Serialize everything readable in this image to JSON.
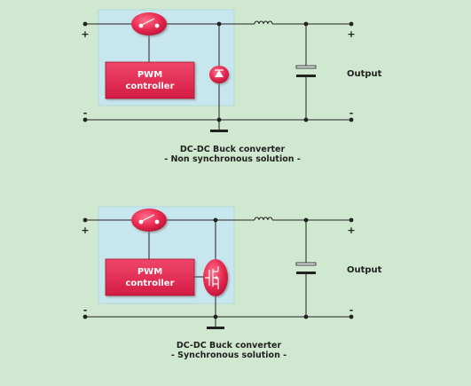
{
  "colors": {
    "background": "#cfe8cf",
    "panel": "#c7e6ee",
    "component_red": "#e8284f",
    "wire": "#222222"
  },
  "diagrams": [
    {
      "plus_left": "+",
      "plus_right": "+",
      "minus_left": "-",
      "minus_right": "-",
      "pwm_line1": "PWM",
      "pwm_line2": "controller",
      "output_label": "Output",
      "caption_line1": "DC-DC Buck converter",
      "caption_line2": "- Non synchronous solution -",
      "low_side_element": "diode-icon"
    },
    {
      "plus_left": "+",
      "plus_right": "+",
      "minus_left": "-",
      "minus_right": "-",
      "pwm_line1": "PWM",
      "pwm_line2": "controller",
      "output_label": "Output",
      "caption_line1": "DC-DC Buck converter",
      "caption_line2": "- Synchronous solution -",
      "low_side_element": "mosfet-icon"
    }
  ]
}
